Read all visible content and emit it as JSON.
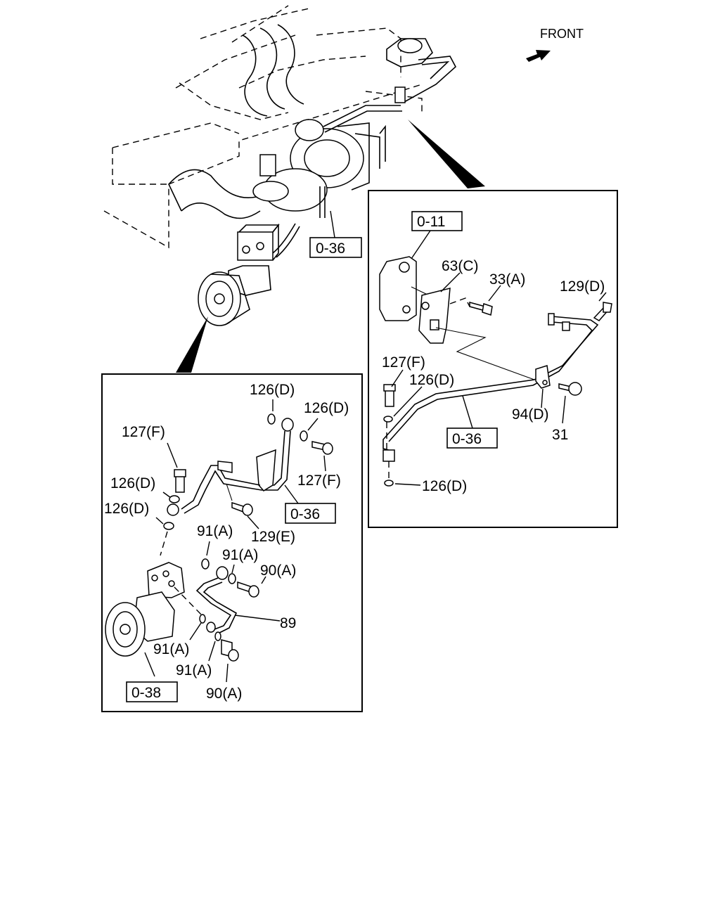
{
  "front_label": "FRONT",
  "refs": {
    "main_0_36": "0-36",
    "right_0_11": "0-11",
    "right_0_36": "0-36",
    "left_0_36": "0-36",
    "left_0_38": "0-38"
  },
  "callouts": {
    "r_63c": "63(C)",
    "r_33a": "33(A)",
    "r_129d": "129(D)",
    "r_127f": "127(F)",
    "r_126d_top": "126(D)",
    "r_94d": "94(D)",
    "r_31": "31",
    "r_126d_bottom": "126(D)",
    "l_126d_top": "126(D)",
    "l_126d_right": "126(D)",
    "l_127f_left": "127(F)",
    "l_126d_a": "126(D)",
    "l_126d_b": "126(D)",
    "l_127f_right": "127(F)",
    "l_129e": "129(E)",
    "l_91a_1": "91(A)",
    "l_91a_2": "91(A)",
    "l_90a_1": "90(A)",
    "l_89": "89",
    "l_91a_3": "91(A)",
    "l_91a_4": "91(A)",
    "l_90a_2": "90(A)"
  }
}
